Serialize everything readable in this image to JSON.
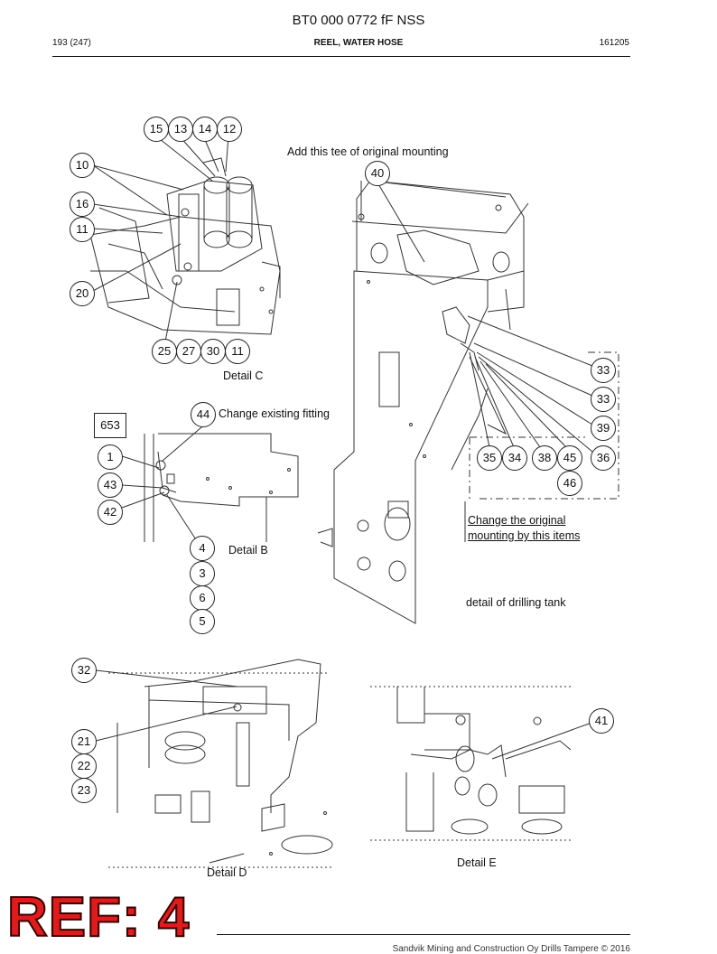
{
  "header": {
    "doc_id": "BT0 000 0772 fF NSS",
    "page": "193 (247)",
    "section": "REEL, WATER HOSE",
    "date": "161205"
  },
  "annotations": {
    "add_tee": "Add this tee of original mounting",
    "change_fitting": "Change existing fitting",
    "change_mounting_1": "Change the original",
    "change_mounting_2": "mounting by this items",
    "drilling_tank": "detail of drilling tank"
  },
  "details": {
    "c": "Detail C",
    "b": "Detail B",
    "d": "Detail D",
    "e": "Detail E"
  },
  "callouts": {
    "c15": "15",
    "c13": "13",
    "c14": "14",
    "c12": "12",
    "c10": "10",
    "c16": "16",
    "c11a": "11",
    "c20": "20",
    "c25": "25",
    "c27": "27",
    "c30": "30",
    "c11b": "11",
    "c40": "40",
    "c33a": "33",
    "c33b": "33",
    "c39": "39",
    "c35": "35",
    "c34": "34",
    "c38": "38",
    "c45": "45",
    "c36": "36",
    "c46": "46",
    "c44": "44",
    "box653": "653",
    "c1": "1",
    "c43": "43",
    "c42": "42",
    "c4": "4",
    "c3": "3",
    "c6": "6",
    "c5": "5",
    "c32": "32",
    "c21": "21",
    "c22": "22",
    "c23": "23",
    "c41": "41"
  },
  "stamp": "REF: 4",
  "footer": "Sandvik Mining and Construction Oy Drills Tampere © 2016"
}
